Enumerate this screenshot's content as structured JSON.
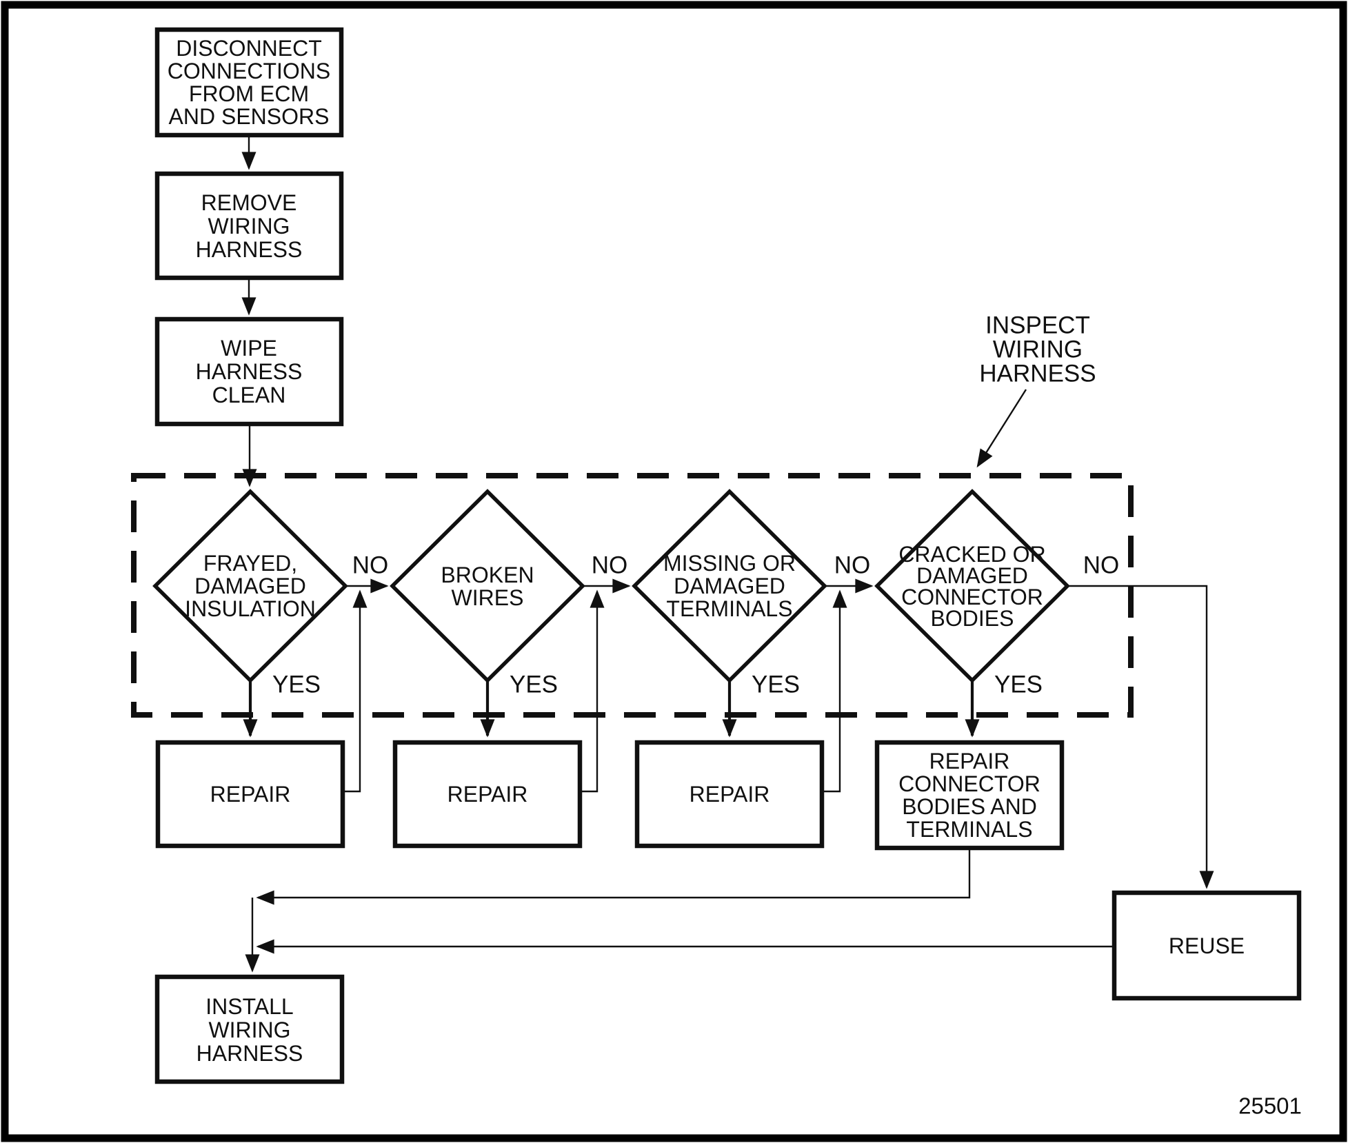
{
  "figure_number": "25501",
  "colors": {
    "ink": "#101010",
    "background": "#ffffff"
  },
  "labels": {
    "yes": "YES",
    "no": "NO"
  },
  "callout": {
    "lines": [
      "INSPECT",
      "WIRING",
      "HARNESS"
    ]
  },
  "process_boxes": {
    "disconnect": {
      "lines": [
        "DISCONNECT",
        "CONNECTIONS",
        "FROM ECM",
        "AND SENSORS"
      ]
    },
    "remove": {
      "lines": [
        "REMOVE",
        "WIRING",
        "HARNESS"
      ]
    },
    "wipe": {
      "lines": [
        "WIPE",
        "HARNESS",
        "CLEAN"
      ]
    },
    "repair1": {
      "label": "REPAIR"
    },
    "repair2": {
      "label": "REPAIR"
    },
    "repair3": {
      "label": "REPAIR"
    },
    "repair_connector": {
      "lines": [
        "REPAIR",
        "CONNECTOR",
        "BODIES AND",
        "TERMINALS"
      ]
    },
    "reuse": {
      "label": "REUSE"
    },
    "install": {
      "lines": [
        "INSTALL",
        "WIRING",
        "HARNESS"
      ]
    }
  },
  "decisions": {
    "frayed": {
      "lines": [
        "FRAYED,",
        "DAMAGED",
        "INSULATION"
      ]
    },
    "broken": {
      "lines": [
        "BROKEN",
        "WIRES"
      ]
    },
    "missing": {
      "lines": [
        "MISSING OR",
        "DAMAGED",
        "TERMINALS"
      ]
    },
    "cracked": {
      "lines": [
        "CRACKED OR",
        "DAMAGED",
        "CONNECTOR",
        "BODIES"
      ]
    }
  }
}
